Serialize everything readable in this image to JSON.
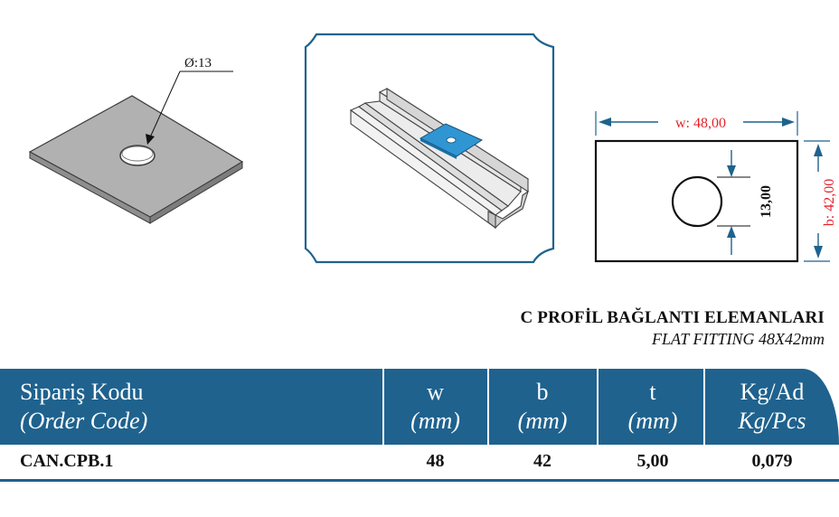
{
  "drawing": {
    "hole_callout": "Ø:13",
    "width_dim": "w: 48,00",
    "height_dim": "b: 42,00",
    "hole_dim": "13,00"
  },
  "colors": {
    "accent_blue": "#1f628e",
    "plate_gray": "#b1b1b1",
    "plate_highlight": "#2f96d3",
    "dim_red": "#e5222a"
  },
  "product": {
    "title_tr": "C PROFİL BAĞLANTI ELEMANLARI",
    "title_en": "FLAT FITTING 48X42mm"
  },
  "table": {
    "headers": [
      {
        "main": "Sipariş Kodu",
        "sub": "(Order Code)"
      },
      {
        "main": "w",
        "sub": "(mm)"
      },
      {
        "main": "b",
        "sub": "(mm)"
      },
      {
        "main": "t",
        "sub": "(mm)"
      },
      {
        "main": "Kg/Ad",
        "sub": "Kg/Pcs"
      }
    ],
    "rows": [
      {
        "code": "CAN.CPB.1",
        "w": "48",
        "b": "42",
        "t": "5,00",
        "kg": "0,079"
      }
    ]
  }
}
